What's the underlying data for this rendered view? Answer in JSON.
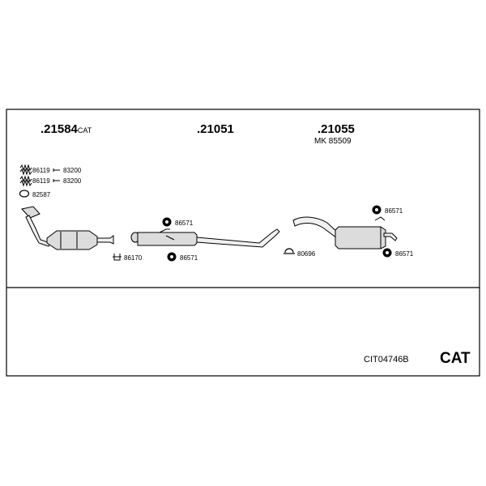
{
  "diagram": {
    "parts": [
      {
        "number": ".21584",
        "suffix": "CAT"
      },
      {
        "number": ".21051",
        "suffix": ""
      },
      {
        "number": ".21055",
        "suffix": "",
        "kit": "MK 85509"
      }
    ],
    "fittings": {
      "spring_1": "86119",
      "bolt_1": "83200",
      "spring_2": "86119",
      "bolt_2": "83200",
      "gasket": "82587",
      "clamp": "86170",
      "hanger_front_top": "86571",
      "hanger_front_bottom": "86571",
      "ring": "80696",
      "hanger_rear_top": "86571",
      "hanger_rear_bottom": "86571"
    },
    "footer": {
      "code": "CIT04746B",
      "badge": "CAT"
    }
  }
}
